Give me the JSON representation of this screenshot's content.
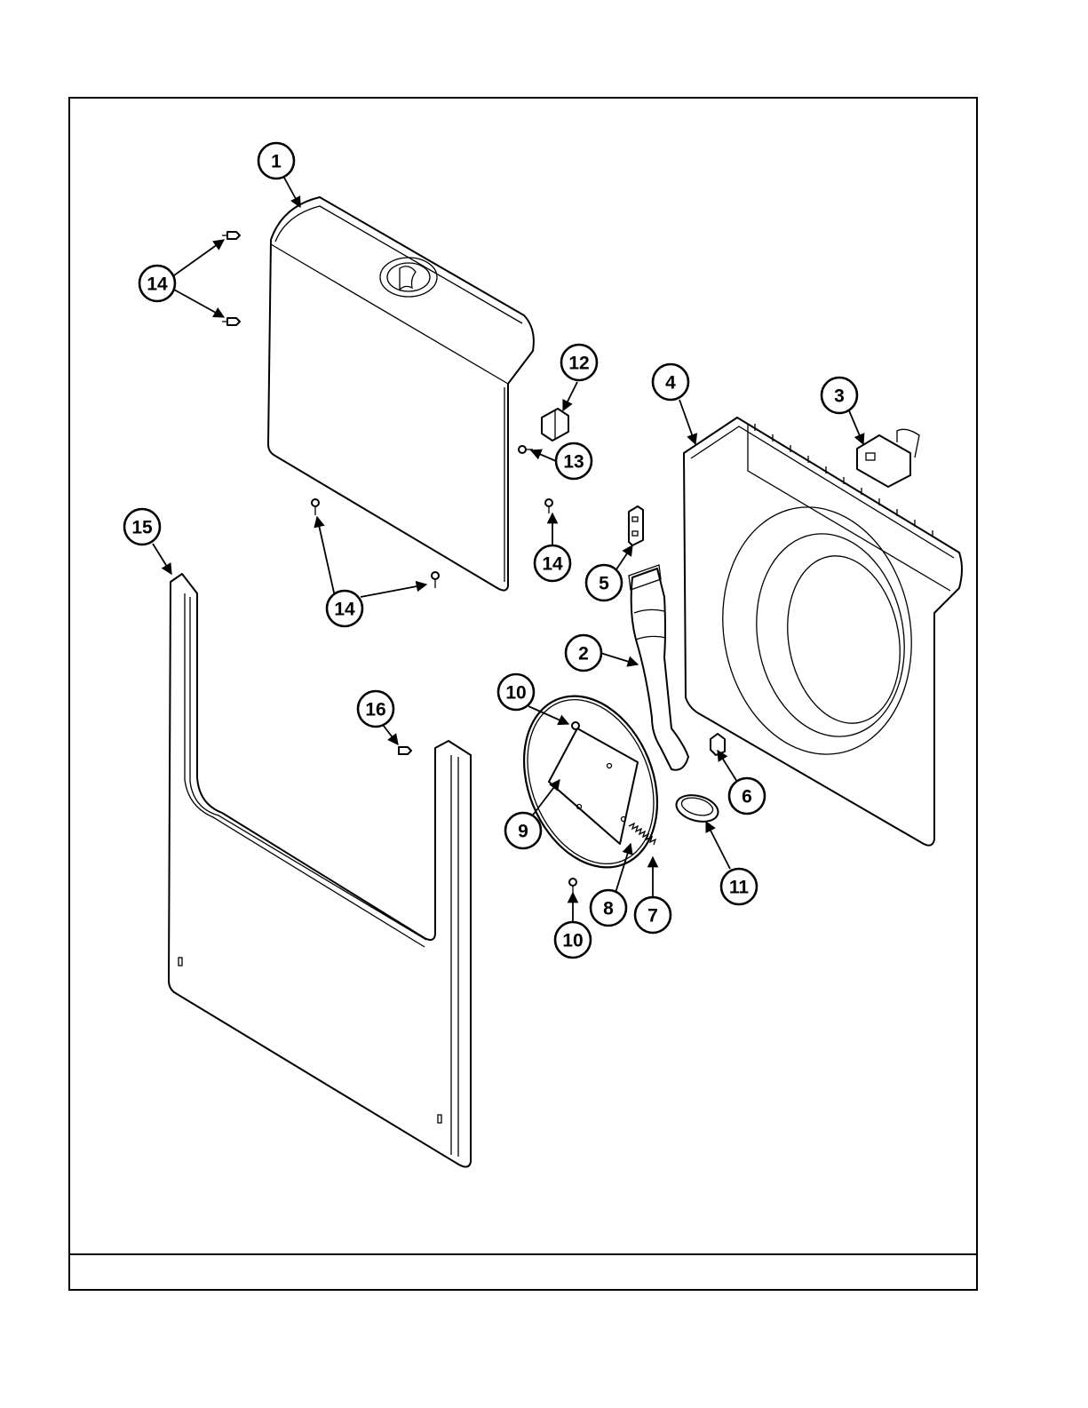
{
  "callouts": [
    {
      "id": "c1",
      "label": "1"
    },
    {
      "id": "c2",
      "label": "2"
    },
    {
      "id": "c3",
      "label": "3"
    },
    {
      "id": "c4",
      "label": "4"
    },
    {
      "id": "c5",
      "label": "5"
    },
    {
      "id": "c6",
      "label": "6"
    },
    {
      "id": "c7",
      "label": "7"
    },
    {
      "id": "c8",
      "label": "8"
    },
    {
      "id": "c9",
      "label": "9"
    },
    {
      "id": "c10a",
      "label": "10"
    },
    {
      "id": "c10b",
      "label": "10"
    },
    {
      "id": "c11",
      "label": "11"
    },
    {
      "id": "c12",
      "label": "12"
    },
    {
      "id": "c13",
      "label": "13"
    },
    {
      "id": "c14a",
      "label": "14"
    },
    {
      "id": "c14b",
      "label": "14"
    },
    {
      "id": "c14c",
      "label": "14"
    },
    {
      "id": "c15",
      "label": "15"
    },
    {
      "id": "c16",
      "label": "16"
    }
  ]
}
